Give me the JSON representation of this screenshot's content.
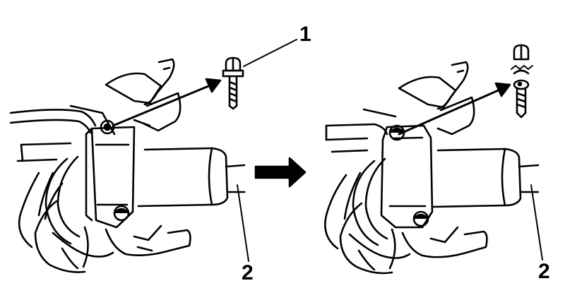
{
  "callouts": {
    "bolt": "1",
    "shaft_left": "2",
    "shaft_right": "2"
  },
  "colors": {
    "ink": "#000000",
    "paper": "#ffffff"
  },
  "icons": {
    "transition": "right-arrow-icon"
  }
}
